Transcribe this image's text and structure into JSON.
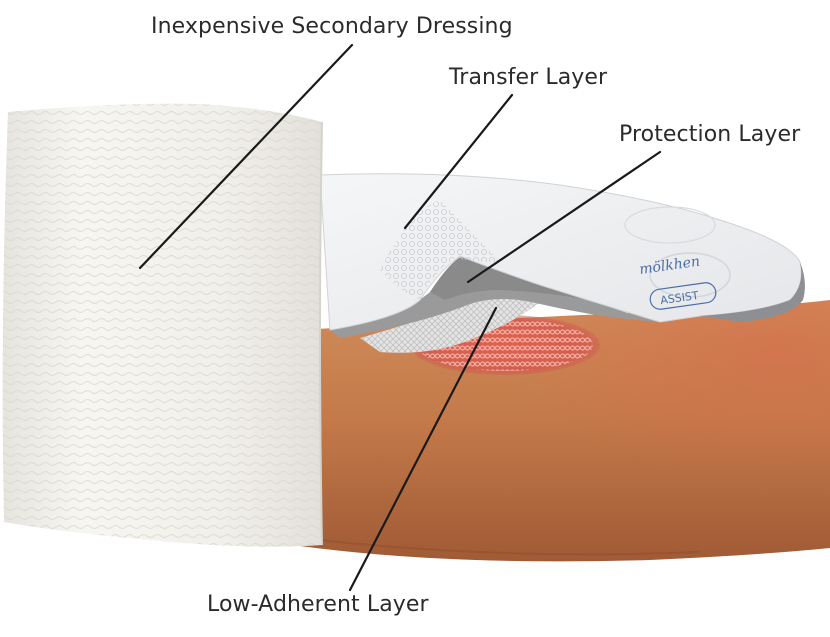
{
  "labels": {
    "secondary_dressing": "Inexpensive Secondary Dressing",
    "transfer_layer": "Transfer Layer",
    "protection_layer": "Protection Layer",
    "low_adherent_layer": "Low-Adherent Layer"
  },
  "dressing_print": {
    "brand": "mölkhen",
    "badge": "ASSIST"
  },
  "colors": {
    "skin": "#c47a4a",
    "skin_shadow": "#9c5633",
    "gauze": "#f2f1ec",
    "wound": "#d4574e",
    "protection_layer": "#9a9a9a",
    "transfer_layer": "#eef0f2",
    "leader_line": "#1a1a1a",
    "label_text": "#2b2b2b"
  }
}
